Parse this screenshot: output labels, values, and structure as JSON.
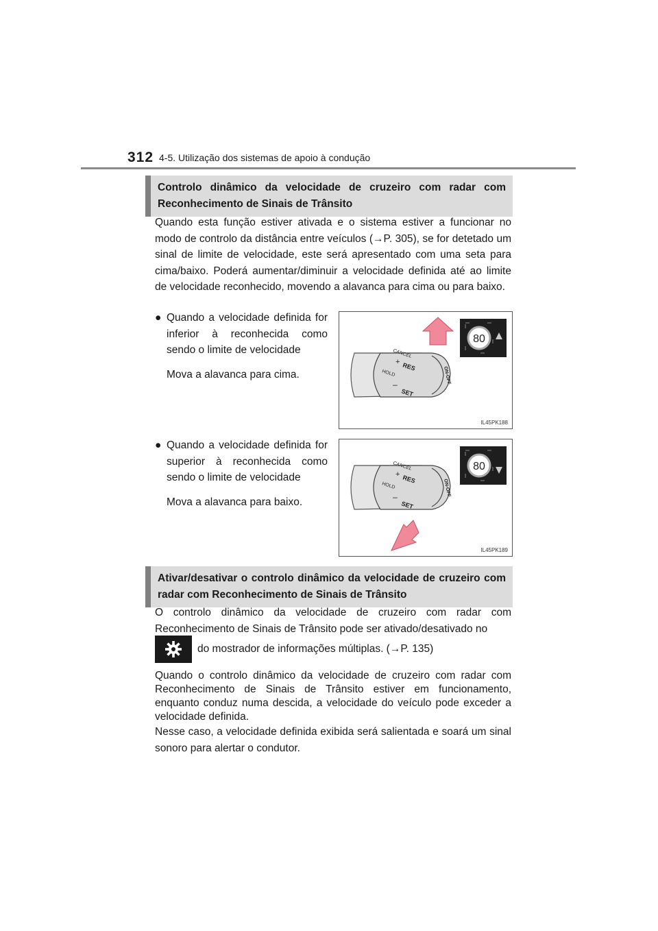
{
  "header": {
    "page_number": "312",
    "chapter": "4-5. Utilização dos sistemas de apoio à condução"
  },
  "section1": {
    "title": "Controlo dinâmico da velocidade de cruzeiro com radar com Reconhecimento de Sinais de Trânsito",
    "intro": "Quando esta função estiver ativada e o sistema estiver a funcionar no modo de controlo da distância entre veículos (→P. 305), se for detetado um sinal de limite de velocidade, este será apresentado com uma seta para cima/baixo. Poderá aumentar/diminuir a velocidade definida até ao limite de velocidade reconhecido, movendo a alavanca para cima ou para baixo.",
    "bullets": [
      {
        "condition": "Quando a velocidade definida for inferior à reconhecida como sendo o limite de velocidade",
        "action": "Mova a alavanca para cima.",
        "figure_code": "IL45PK188",
        "sign_value": "80",
        "lever_labels": {
          "cancel": "CANCEL",
          "res": "RES",
          "hold": "HOLD",
          "set": "SET",
          "onoff": "ON-OFF"
        }
      },
      {
        "condition": "Quando a velocidade definida for superior à reconhecida como sendo o limite de velocidade",
        "action": "Mova a alavanca para baixo.",
        "figure_code": "IL45PK189",
        "sign_value": "80",
        "lever_labels": {
          "cancel": "CANCEL",
          "res": "RES",
          "hold": "HOLD",
          "set": "SET",
          "onoff": "ON-OFF"
        }
      }
    ]
  },
  "section2": {
    "title": "Ativar/desativar o controlo dinâmico da velocidade de cruzeiro com radar com Reconhecimento de Sinais de Trânsito",
    "para1": "O controlo dinâmico da velocidade de cruzeiro com radar com Reconhecimento de Sinais de Trânsito pode ser ativado/desativado no",
    "gear_suffix": "do mostrador de informações múltiplas. (→P. 135)",
    "para2": "Quando o controlo dinâmico da velocidade de cruzeiro com radar com Reconhecimento de Sinais de Trânsito estiver em funcionamento, enquanto conduz numa descida, a velocidade do veículo pode exceder a velocidade definida.",
    "para3": "Nesse caso, a velocidade definida exibida será salientada e soará um sinal sonoro para alertar o condutor."
  },
  "icons": {
    "bullet": "filled-circle-bullet",
    "settings": "gear-icon",
    "up_arrow": "arrow-up-icon",
    "down_arrow": "arrow-down-icon"
  },
  "colors": {
    "section_bg": "#dcdcdc",
    "section_bar": "#808080",
    "arrow": "#f08a9a",
    "display_bg": "#1e1e1e"
  }
}
